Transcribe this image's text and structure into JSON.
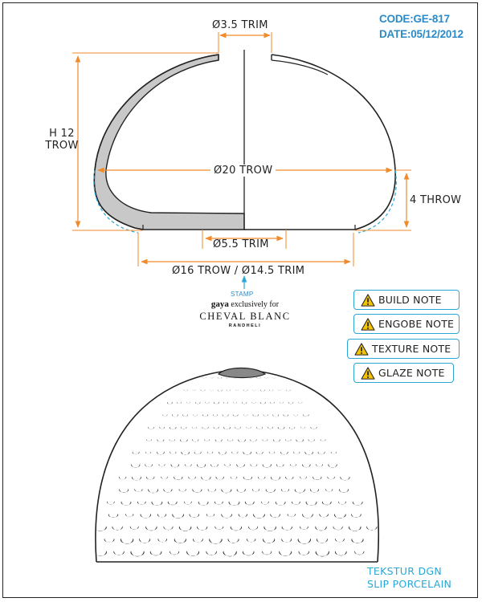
{
  "header": {
    "code": "CODE:GE-817",
    "date": "DATE:05/12/2012"
  },
  "dimensions": {
    "top_trim": "Ø3.5 TRIM",
    "height_line1": "H 12",
    "height_line2": "TROW",
    "width": "Ø20 TROW",
    "side": "4 THROW",
    "bottom_trim": "Ø5.5 TRIM",
    "base": "Ø16 TROW / Ø14.5 TRIM"
  },
  "stamp": {
    "label": "STAMP",
    "brand": "gaya",
    "brand_suffix": "exclusively for",
    "client": "CHEVAL BLANC",
    "location": "RANDHELI"
  },
  "notes": [
    {
      "label": "BUILD NOTE"
    },
    {
      "label": "ENGOBE NOTE"
    },
    {
      "label": "TEXTURE NOTE"
    },
    {
      "label": "GLAZE NOTE"
    }
  ],
  "footer": {
    "line1": "TEKSTUR DGN",
    "line2": "SLIP PORCELAIN"
  },
  "colors": {
    "accent_blue": "#2a8bc8",
    "note_border": "#2aa7d6",
    "dimension_orange": "#f08a2b",
    "warning_yellow": "#f5c400",
    "section_gray": "#c8c8c8"
  }
}
